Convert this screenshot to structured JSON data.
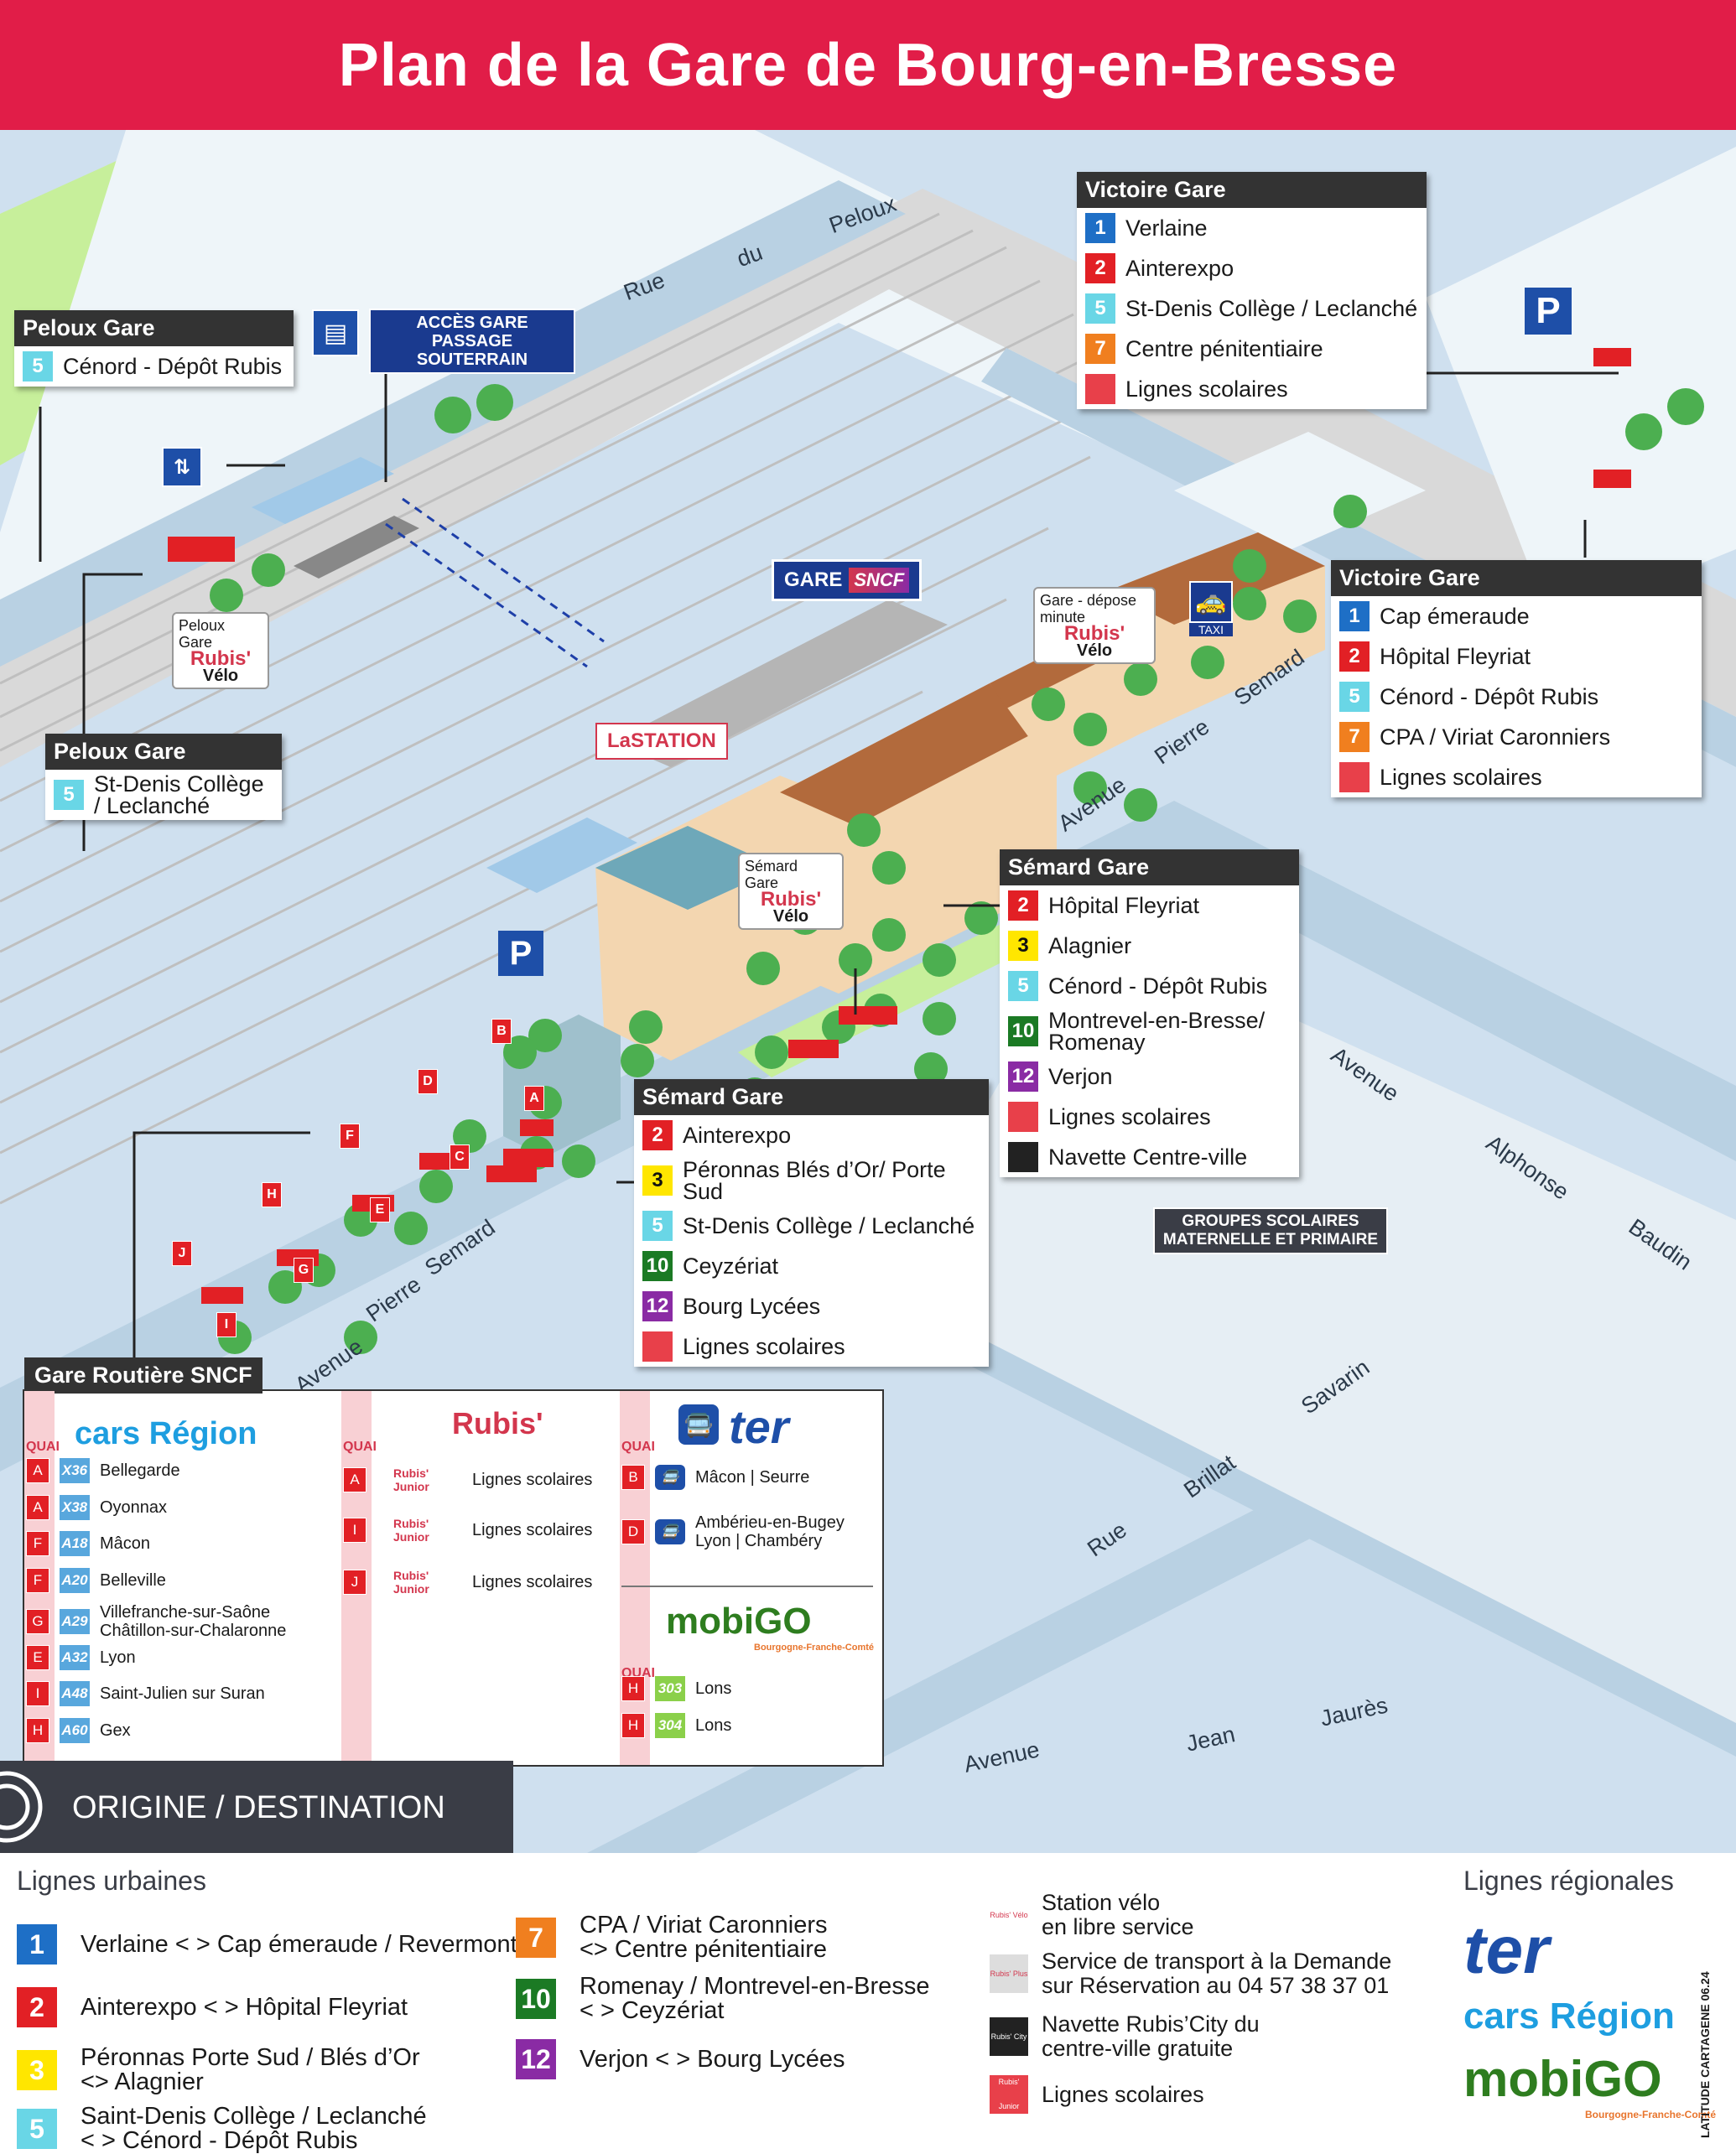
{
  "title": "Plan de la Gare de Bourg-en-Bresse",
  "streets": {
    "rue_du_peloux": [
      "Rue",
      "du",
      "Peloux"
    ],
    "avenue_pierre_semard_top": [
      "Avenue",
      "Pierre",
      "Semard"
    ],
    "avenue_pierre_semard_bottom": [
      "Avenue",
      "Pierre",
      "Semard"
    ],
    "avenue_alphonse_baudin": [
      "Avenue",
      "Alphonse",
      "Baudin"
    ],
    "rue_brillat_savarin": [
      "Rue",
      "Brillat",
      "Savarin"
    ],
    "avenue_jean_jaures": [
      "Avenue",
      "Jean",
      "Jaurès"
    ]
  },
  "map_labels": {
    "acces_gare": "ACCÈS GARE\nPASSAGE SOUTERRAIN",
    "gare_sncf": "GARE",
    "sncf": "SNCF",
    "la_station": "LaSTATION",
    "taxi": "TAXI",
    "parking": "P",
    "groupes_scolaires": "GROUPES SCOLAIRES\nMATERNELLE ET PRIMAIRE",
    "peloux_velo": "Peloux\nGare",
    "depose_velo": "Gare - dépose\nminute",
    "semard_velo": "Sémard\nGare",
    "rubis": "Rubis'",
    "velo": "Vélo"
  },
  "quai_tags": [
    "A",
    "A",
    "B",
    "C",
    "D",
    "E",
    "F",
    "G",
    "H",
    "I",
    "J"
  ],
  "stops": {
    "victoire_top": {
      "title": "Victoire Gare",
      "lines": [
        {
          "num": "1",
          "cls": "b1",
          "label": "Verlaine"
        },
        {
          "num": "2",
          "cls": "b2",
          "label": "Ainterexpo"
        },
        {
          "num": "5",
          "cls": "b5",
          "label": "St-Denis Collège / Leclanché"
        },
        {
          "num": "7",
          "cls": "b7",
          "label": "Centre pénitentiaire"
        },
        {
          "num": "",
          "cls": "bsc",
          "label": "Lignes scolaires"
        }
      ]
    },
    "peloux_top": {
      "title": "Peloux Gare",
      "lines": [
        {
          "num": "5",
          "cls": "b5",
          "label": "Cénord - Dépôt Rubis"
        }
      ]
    },
    "peloux_bottom": {
      "title": "Peloux Gare",
      "lines": [
        {
          "num": "5",
          "cls": "b5",
          "label": "St-Denis Collège\n/ Leclanché"
        }
      ]
    },
    "victoire_right": {
      "title": "Victoire Gare",
      "lines": [
        {
          "num": "1",
          "cls": "b1",
          "label": "Cap émeraude"
        },
        {
          "num": "2",
          "cls": "b2",
          "label": "Hôpital Fleyriat"
        },
        {
          "num": "5",
          "cls": "b5",
          "label": "Cénord - Dépôt Rubis"
        },
        {
          "num": "7",
          "cls": "b7",
          "label": "CPA / Viriat Caronniers"
        },
        {
          "num": "",
          "cls": "bsc",
          "label": "Lignes scolaires"
        }
      ]
    },
    "semard_right": {
      "title": "Sémard Gare",
      "lines": [
        {
          "num": "2",
          "cls": "b2",
          "label": "Hôpital Fleyriat"
        },
        {
          "num": "3",
          "cls": "b3",
          "label": "Alagnier"
        },
        {
          "num": "5",
          "cls": "b5",
          "label": "Cénord - Dépôt Rubis"
        },
        {
          "num": "10",
          "cls": "b10",
          "label": "Montrevel-en-Bresse/\nRomenay"
        },
        {
          "num": "12",
          "cls": "b12",
          "label": "Verjon"
        },
        {
          "num": "",
          "cls": "bsc",
          "label": "Lignes scolaires"
        },
        {
          "num": "",
          "cls": "bcity",
          "label": "Navette Centre-ville"
        }
      ]
    },
    "semard_center": {
      "title": "Sémard Gare",
      "lines": [
        {
          "num": "2",
          "cls": "b2",
          "label": "Ainterexpo"
        },
        {
          "num": "3",
          "cls": "b3",
          "label": "Péronnas Blés d’Or/ Porte Sud"
        },
        {
          "num": "5",
          "cls": "b5",
          "label": "St-Denis Collège / Leclanché"
        },
        {
          "num": "10",
          "cls": "b10",
          "label": "Ceyzériat"
        },
        {
          "num": "12",
          "cls": "b12",
          "label": "Bourg Lycées"
        },
        {
          "num": "",
          "cls": "bsc",
          "label": "Lignes scolaires"
        }
      ]
    }
  },
  "gare_routiere": {
    "title": "Gare Routière SNCF",
    "quai_label": "QUAI",
    "cars_region": {
      "brand": "cars Région",
      "rows": [
        {
          "quai": "A",
          "line": "X36",
          "dest": "Bellegarde"
        },
        {
          "quai": "A",
          "line": "X38",
          "dest": "Oyonnax"
        },
        {
          "quai": "F",
          "line": "A18",
          "dest": "Mâcon"
        },
        {
          "quai": "F",
          "line": "A20",
          "dest": "Belleville"
        },
        {
          "quai": "G",
          "line": "A29",
          "dest": "Villefranche-sur-Saône\nChâtillon-sur-Chalaronne"
        },
        {
          "quai": "E",
          "line": "A32",
          "dest": "Lyon"
        },
        {
          "quai": "I",
          "line": "A48",
          "dest": "Saint-Julien sur Suran"
        },
        {
          "quai": "H",
          "line": "A60",
          "dest": "Gex"
        }
      ]
    },
    "rubis": {
      "brand": "Rubis'",
      "junior": "Rubis' Junior",
      "rows": [
        {
          "quai": "A",
          "dest": "Lignes scolaires"
        },
        {
          "quai": "I",
          "dest": "Lignes scolaires"
        },
        {
          "quai": "J",
          "dest": "Lignes scolaires"
        }
      ]
    },
    "ter": {
      "brand": "ter",
      "rows": [
        {
          "quai": "B",
          "dest": "Mâcon | Seurre"
        },
        {
          "quai": "D",
          "dest": "Ambérieu-en-Bugey\nLyon | Chambéry"
        }
      ]
    },
    "mobigo": {
      "brand": "mobiGO",
      "sub": "Bourgogne-Franche-Comté",
      "rows": [
        {
          "quai": "H",
          "line": "303",
          "dest": "Lons"
        },
        {
          "quai": "H",
          "line": "304",
          "dest": "Lons"
        }
      ]
    }
  },
  "origine_destination": "ORIGINE / DESTINATION",
  "legend": {
    "urbaines_title": "Lignes urbaines",
    "regionales_title": "Lignes régionales",
    "urbaines": [
      {
        "num": "1",
        "cls": "b1",
        "text": "Verlaine < > Cap émeraude / Revermont"
      },
      {
        "num": "2",
        "cls": "b2",
        "text": "Ainterexpo < > Hôpital Fleyriat"
      },
      {
        "num": "3",
        "cls": "b3",
        "text": "Péronnas Porte Sud / Blés d’Or\n<> Alagnier"
      },
      {
        "num": "5",
        "cls": "b5",
        "text": "Saint-Denis Collège / Leclanché\n< >  Cénord - Dépôt Rubis"
      },
      {
        "num": "7",
        "cls": "b7",
        "text": "CPA / Viriat Caronniers\n <> Centre pénitentiaire"
      },
      {
        "num": "10",
        "cls": "b10",
        "text": "Romenay / Montrevel-en-Bresse\n< > Ceyzériat"
      },
      {
        "num": "12",
        "cls": "b12",
        "text": "Verjon < > Bourg Lycées"
      }
    ],
    "services": [
      {
        "icon": "Rubis' Vélo",
        "text": "Station vélo\nen libre service"
      },
      {
        "icon": "Rubis' Plus",
        "text": "Service de transport à la Demande\nsur Réservation au 04 57 38 37 01"
      },
      {
        "icon": "Rubis' City",
        "text": "Navette Rubis’City du\ncentre-ville gratuite"
      },
      {
        "icon": "Rubis' Junior",
        "text": "Lignes scolaires"
      }
    ],
    "regionales": [
      "ter",
      "cars Région",
      "mobiGO",
      "Bourgogne-Franche-Comté"
    ],
    "credit": "LATITUDE CARTAGENE 06.24"
  },
  "colors": {
    "header_red": "#e11d48",
    "panel_dark": "#333333",
    "water_blue": "#cfe0ef",
    "green_area": "#c7ef9b",
    "station_blue": "#1a3a8f"
  }
}
